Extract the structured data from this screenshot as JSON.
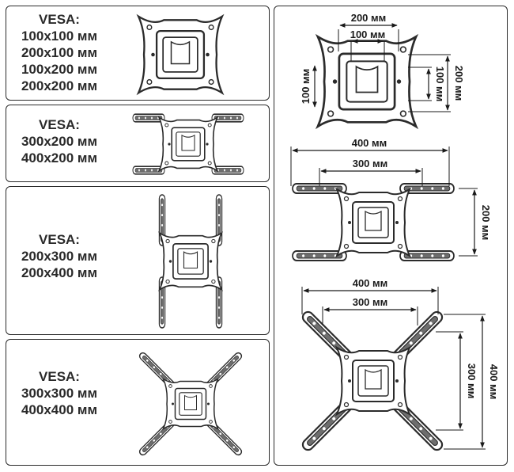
{
  "panels": [
    {
      "heading": "VESA:",
      "sizes": [
        "100x100 мм",
        "200x100 мм",
        "100x200 мм",
        "200x200 мм"
      ]
    },
    {
      "heading": "VESA:",
      "sizes": [
        "300x200 мм",
        "400x200 мм"
      ]
    },
    {
      "heading": "VESA:",
      "sizes": [
        "200x300 мм",
        "200x400 мм"
      ]
    },
    {
      "heading": "VESA:",
      "sizes": [
        "300x300 мм",
        "400x400 мм"
      ]
    }
  ],
  "dimensions": {
    "small": {
      "outer_w": "200 мм",
      "inner_w": "100 мм",
      "inner_h": "100 мм",
      "inner_h2": "100 мм",
      "outer_h": "200 мм"
    },
    "medium": {
      "outer_w": "400 мм",
      "inner_w": "300 мм",
      "height": "200 мм"
    },
    "large": {
      "outer_w": "400 мм",
      "inner_w": "300 мм",
      "inner_h": "300 мм",
      "outer_h": "400 мм"
    }
  },
  "colors": {
    "stroke": "#2b2b2b",
    "plate": "#ffffff",
    "arm": "#6e6e6e"
  }
}
